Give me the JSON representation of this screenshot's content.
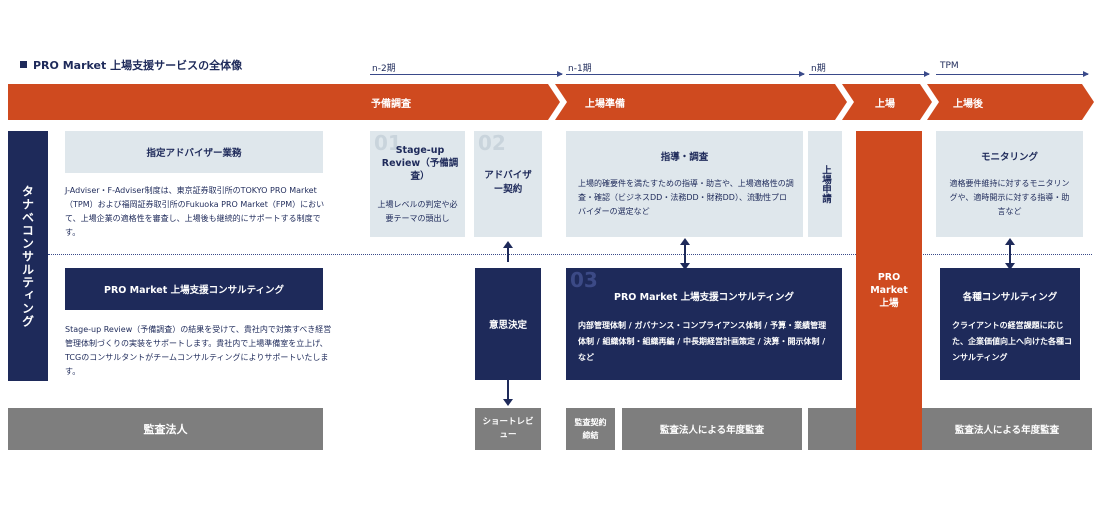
{
  "title": "PRO Market 上場支援サービスの全体像",
  "periods": [
    "n-2期",
    "n-1期",
    "n期",
    "TPM"
  ],
  "phases": [
    "予備調査",
    "上場準備",
    "上場",
    "上場後"
  ],
  "left": {
    "vertical_label": "タナベコンサルティング",
    "designated_header": "指定アドバイザー業務",
    "designated_desc": "J-Adviser・F-Adviser制度は、東京証券取引所のTOKYO PRO Market（TPM）および福岡証券取引所のFukuoka PRO Market（FPM）において、上場企業の適格性を審査し、上場後も継続的にサポートする制度です。",
    "consulting_header": "PRO Market 上場支援コンサルティング",
    "consulting_desc": "Stage-up Review（予備調査）の結果を受けて、貴社内で対策すべき経営管理体制づくりの実装をサポートします。貴社内で上場準備室を立上げ、TCGのコンサルタントがチームコンサルティングによりサポートいたします。",
    "audit": "監査法人"
  },
  "step01": {
    "num": "01",
    "title": "Stage-up Review（予備調査）",
    "desc": "上場レベルの判定や必要テーマの頭出し"
  },
  "step02": {
    "num": "02",
    "title": "アドバイザー契約"
  },
  "decision": "意思決定",
  "short_review": "ショートレビュー",
  "guidance": {
    "title": "指導・調査",
    "desc": "上場的確要件を満たすための指導・助言や、上場適格性の調査・確認（ビジネスDD・法務DD・財務DD）、流動性プロバイダーの選定など"
  },
  "listing_application": "上場申請",
  "step03": {
    "num": "03",
    "title": "PRO Market 上場支援コンサルティング",
    "desc": "内部管理体制 / ガバナンス・コンプライアンス体制 / 予算・業績管理体制 / 組織体制・組織再編 / 中長期経営計画策定 / 決算・開示体制 / など"
  },
  "audit_contract": "監査契約締結",
  "annual_audit": "監査法人による年度監査",
  "market_listing": "PRO Market 上場",
  "monitoring": {
    "title": "モニタリング",
    "desc": "適格要件維持に対するモニタリングや、適時開示に対する指導・助言など"
  },
  "post_consulting": {
    "title": "各種コンサルティング",
    "desc": "クライアントの経営課題に応じた、企業価値向上へ向けた各種コンサルティング"
  },
  "annual_audit_2": "監査法人による年度監査",
  "colors": {
    "navy": "#1e2a5a",
    "orange": "#cf4a1f",
    "light": "#dfe7ec",
    "gray": "#7e7e7e"
  }
}
